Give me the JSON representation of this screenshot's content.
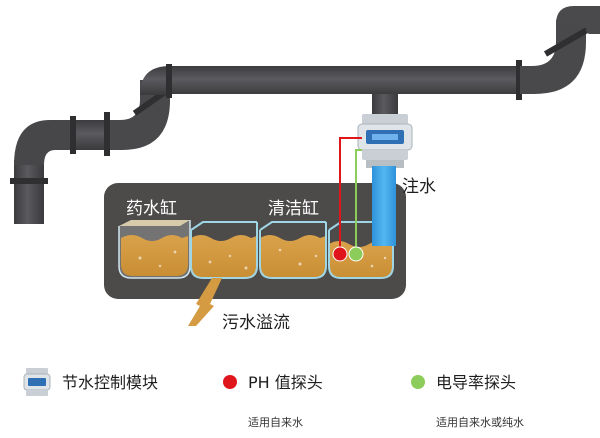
{
  "labels": {
    "medicine_tank": "药水缸",
    "cleaning_tank": "清洁缸",
    "water_inlet": "注水",
    "overflow": "污水溢流"
  },
  "legend": [
    {
      "icon": "water-saving-module-icon",
      "label": "节水控制模块",
      "note": ""
    },
    {
      "icon": "red-dot-icon",
      "label": "PH 值探头",
      "note": "适用自来水",
      "color": "#e0141b"
    },
    {
      "icon": "green-dot-icon",
      "label": "电导率探头",
      "note": "适用自来水或纯水",
      "color": "#8ccc5a"
    }
  ],
  "colors": {
    "pipe": "#4b4b4e",
    "box": "#4d4a4a",
    "liquid": "#d49b42",
    "water": "#3aa3e6",
    "red_probe": "#e0141b",
    "green_probe": "#8ccc5a"
  }
}
